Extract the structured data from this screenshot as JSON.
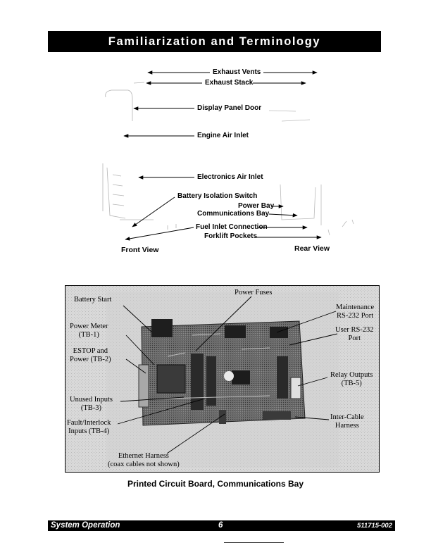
{
  "header": {
    "title": "Familiarization and Terminology"
  },
  "unit_diagram": {
    "labels": {
      "exhaust_vents": "Exhaust Vents",
      "exhaust_stack": "Exhaust Stack",
      "display_panel_door": "Display Panel Door",
      "engine_air_inlet": "Engine Air Inlet",
      "electronics_air_inlet": "Electronics Air Inlet",
      "battery_isolation_switch": "Battery Isolation Switch",
      "power_bay": "Power Bay",
      "communications_bay": "Communications Bay",
      "fuel_inlet_connection": "Fuel Inlet Connection",
      "forklift_pockets": "Forklift Pockets"
    },
    "front_view": "Front View",
    "rear_view": "Rear View"
  },
  "pcb_photo": {
    "callouts": {
      "battery_start": "Battery Start",
      "power_fuses": "Power Fuses",
      "maintenance_port_1": "Maintenance",
      "maintenance_port_2": "RS-232 Port",
      "power_meter_1": "Power Meter",
      "power_meter_2": "(TB-1)",
      "user_port_1": "User RS-232",
      "user_port_2": "Port",
      "estop_1": "ESTOP and",
      "estop_2": "Power (TB-2)",
      "relay_outputs_1": "Relay Outputs",
      "relay_outputs_2": "(TB-5)",
      "unused_inputs_1": "Unused Inputs",
      "unused_inputs_2": "(TB-3)",
      "inter_cable_1": "Inter-Cable",
      "inter_cable_2": "Harness",
      "fault_interlock_1": "Fault/Interlock",
      "fault_interlock_2": "Inputs (TB-4)",
      "ethernet_1": "Ethernet Harness",
      "ethernet_2": "(coax cables not shown)"
    },
    "caption": "Printed Circuit Board, Communications Bay"
  },
  "footer": {
    "section": "System Operation",
    "page_number": "6",
    "doc_number": "511715-002"
  }
}
